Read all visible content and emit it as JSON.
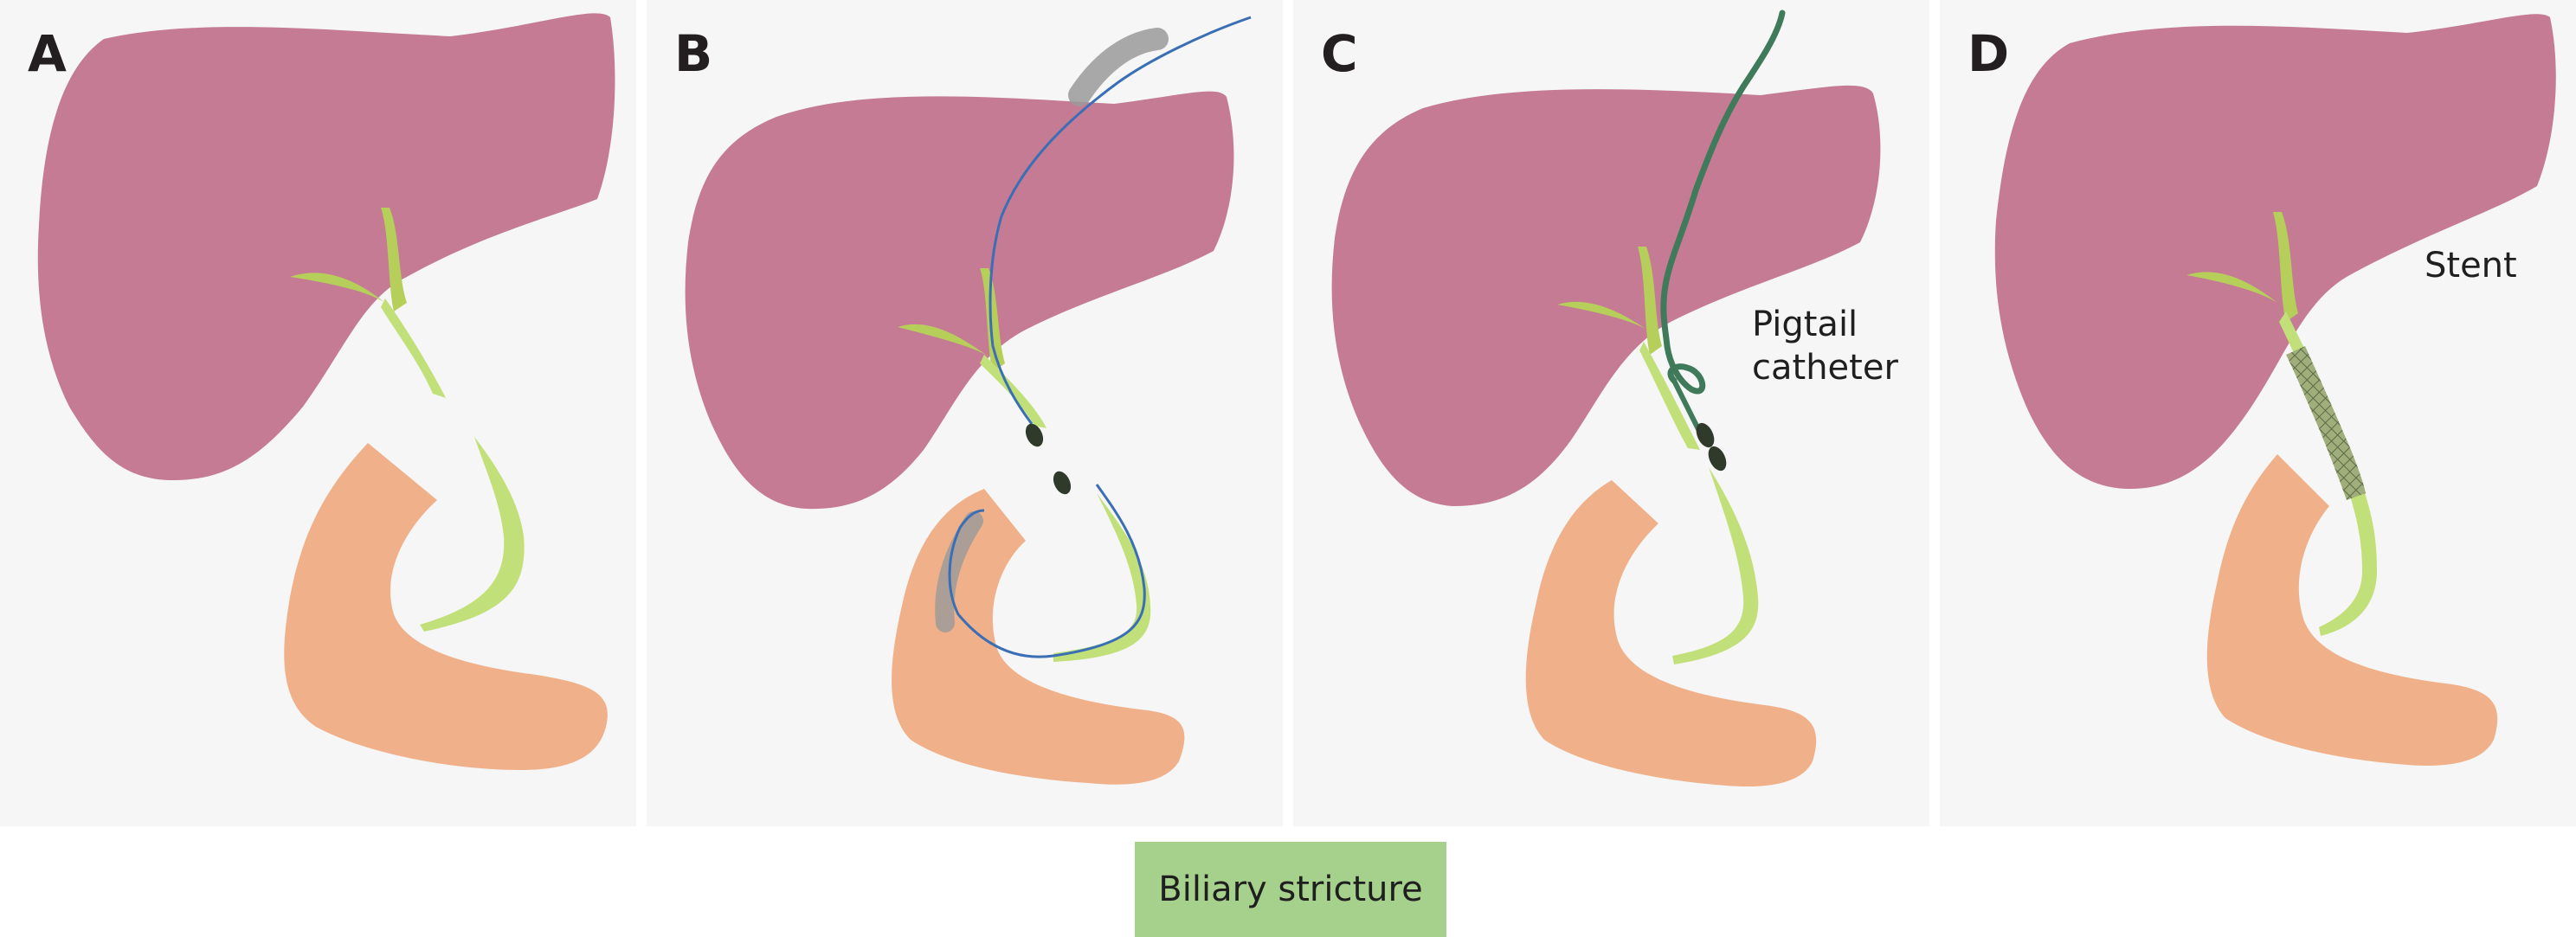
{
  "panels": [
    {
      "letter": "A",
      "label": ""
    },
    {
      "letter": "B",
      "label": ""
    },
    {
      "letter": "C",
      "label": "Pigtail\ncatheter"
    },
    {
      "letter": "D",
      "label": "Stent"
    }
  ],
  "legend": {
    "text": "Biliary stricture",
    "color": "#a6d18c"
  },
  "colors": {
    "liver": "#c47b93",
    "pancreas": "#f0b18a",
    "bile_duct": "#c2e07a",
    "gallbladder": "#b6cf5a",
    "guidewire_blue": "#3a6fb5",
    "catheter_green": "#3f7a5a",
    "balloon": "#2f3a2a",
    "sheath_gray": "#9a9a9a",
    "stent": "#7e8a5e"
  },
  "icons": {
    "stent": "mesh-stent-icon",
    "catheter": "pigtail-catheter-icon"
  }
}
